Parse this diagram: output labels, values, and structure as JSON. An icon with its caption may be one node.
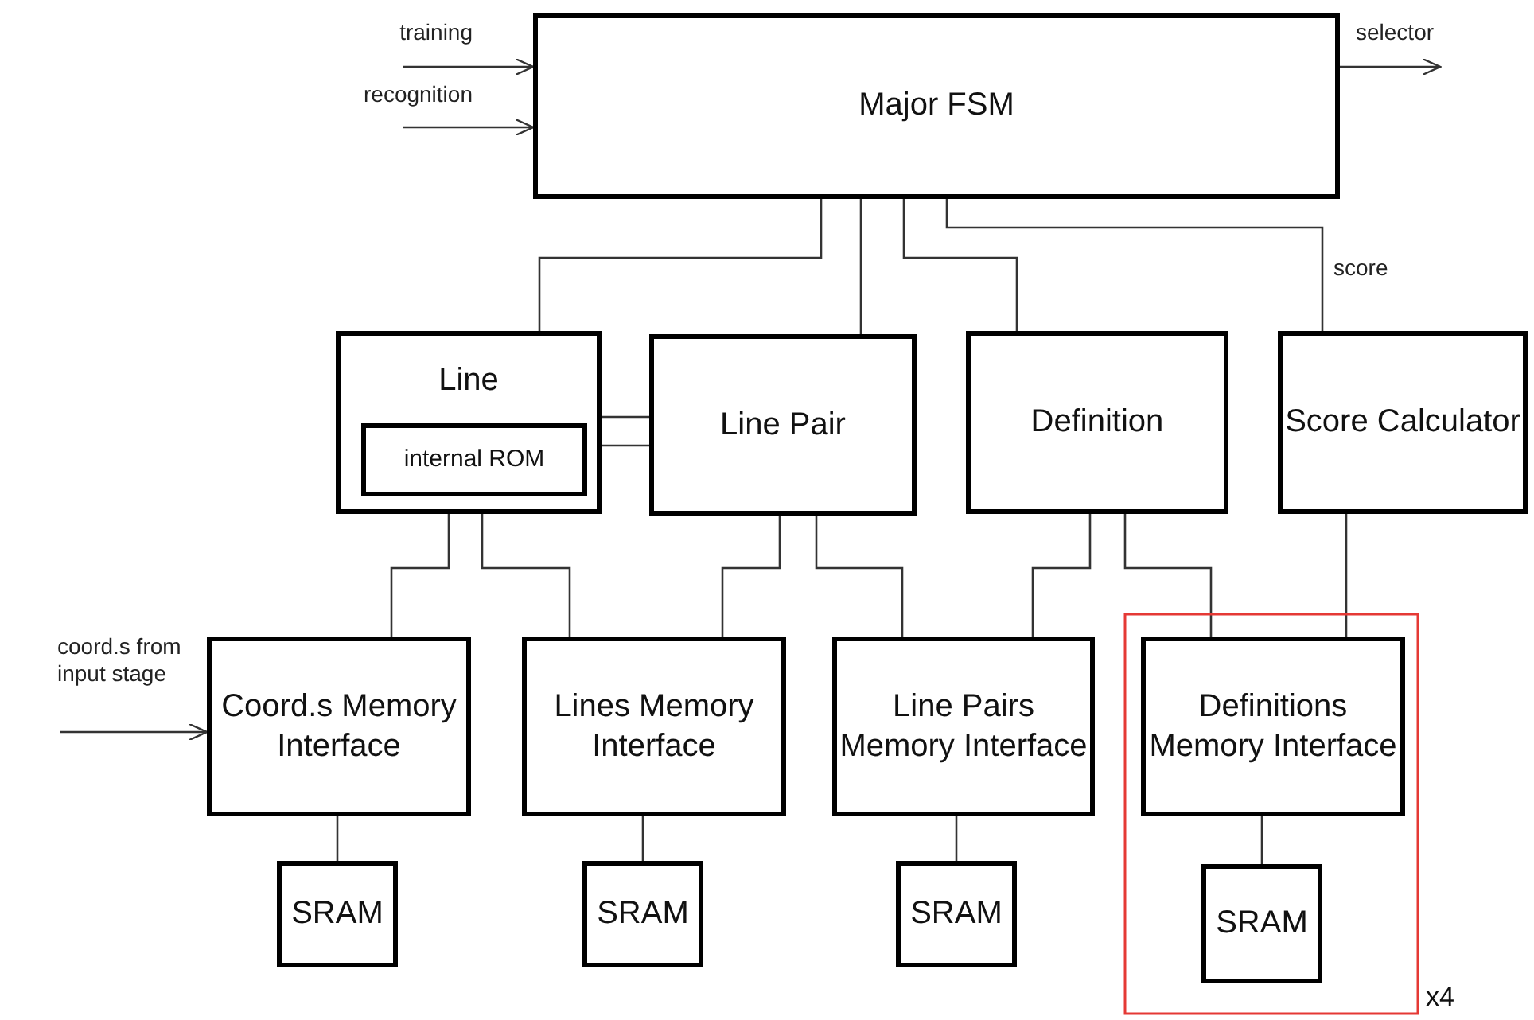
{
  "diagram": {
    "nodes": [
      {
        "text": [
          "Major FSM"
        ]
      },
      {
        "text": [
          "Line"
        ]
      },
      {
        "text": [
          "internal ROM"
        ],
        "in": 1
      },
      {
        "text": [
          "Line Pair"
        ]
      },
      {
        "text": [
          "Definition"
        ]
      },
      {
        "text": [
          "Score Calculator"
        ]
      },
      {
        "text": [
          "Coord.s Memory Interface"
        ]
      },
      {
        "text": [
          "Lines Memory Interface"
        ]
      },
      {
        "text": [
          "Line Pairs Memory Interface"
        ]
      },
      {
        "text": [
          "Definitions Memory Interface"
        ]
      },
      {
        "text": [
          "SRAM"
        ]
      },
      {
        "text": [
          "SRAM"
        ]
      },
      {
        "text": [
          "SRAM"
        ]
      },
      {
        "text": [
          "SRAM"
        ]
      }
    ],
    "edges": [
      {
        "from": null,
        "to": 0,
        "arrow": "to",
        "label": "training"
      },
      {
        "from": null,
        "to": 0,
        "arrow": "to",
        "label": "recognition"
      },
      {
        "from": 0,
        "to": null,
        "arrow": "to",
        "label": "selector"
      },
      {
        "from": 0,
        "to": 1,
        "arrow": "none"
      },
      {
        "from": 0,
        "to": 3,
        "arrow": "none"
      },
      {
        "from": 0,
        "to": 4,
        "arrow": "none"
      },
      {
        "from": 0,
        "to": 5,
        "arrow": "none",
        "label": "score"
      },
      {
        "from": 1,
        "to": 3,
        "arrow": "none"
      },
      {
        "from": 1,
        "to": 3,
        "arrow": "none"
      },
      {
        "from": 1,
        "to": 6,
        "arrow": "none"
      },
      {
        "from": 1,
        "to": 7,
        "arrow": "none"
      },
      {
        "from": 3,
        "to": 7,
        "arrow": "none"
      },
      {
        "from": 3,
        "to": 8,
        "arrow": "none"
      },
      {
        "from": 4,
        "to": 8,
        "arrow": "none"
      },
      {
        "from": 4,
        "to": 9,
        "arrow": "none"
      },
      {
        "from": 5,
        "to": 9,
        "arrow": "none"
      },
      {
        "from": 6,
        "to": 10,
        "arrow": "none"
      },
      {
        "from": 7,
        "to": 11,
        "arrow": "none"
      },
      {
        "from": 8,
        "to": 12,
        "arrow": "none"
      },
      {
        "from": 9,
        "to": 13,
        "arrow": "none"
      },
      {
        "from": null,
        "to": 6,
        "arrow": "to",
        "label": "coord.s from input stage"
      }
    ],
    "labels": [
      "x4"
    ]
  }
}
